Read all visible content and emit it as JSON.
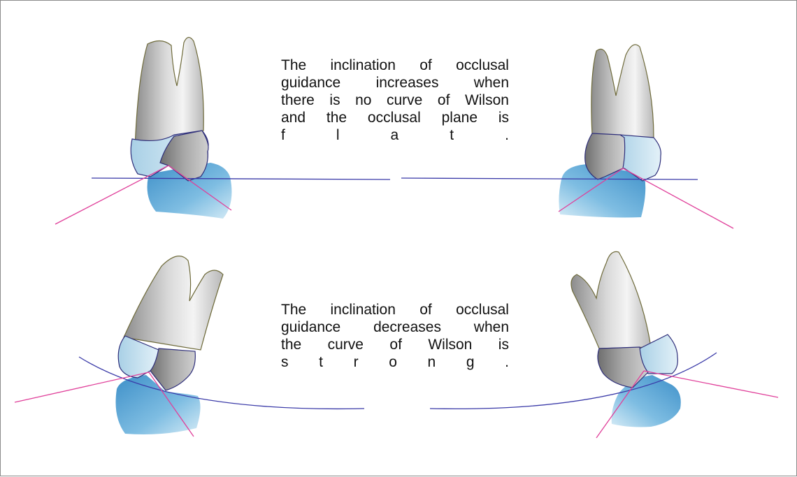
{
  "captions": {
    "top": {
      "lines": [
        "The inclination of occlusal",
        "guidance increases when",
        "there is no curve of Wilson",
        "and the occlusal plane is",
        "flat."
      ]
    },
    "bottom": {
      "lines": [
        "The inclination of occlusal",
        "guidance decreases when",
        "the curve of Wilson is",
        "strong."
      ]
    }
  },
  "colors": {
    "occlusal_plane_line": "#3a3aa8",
    "guidance_line": "#e0409a",
    "upper_crown": "#c8e2ef",
    "enamel_gray": "#9a9a9a",
    "lower_tooth": "#5aa8d8",
    "tooth_outline": "#2e2e7a"
  }
}
